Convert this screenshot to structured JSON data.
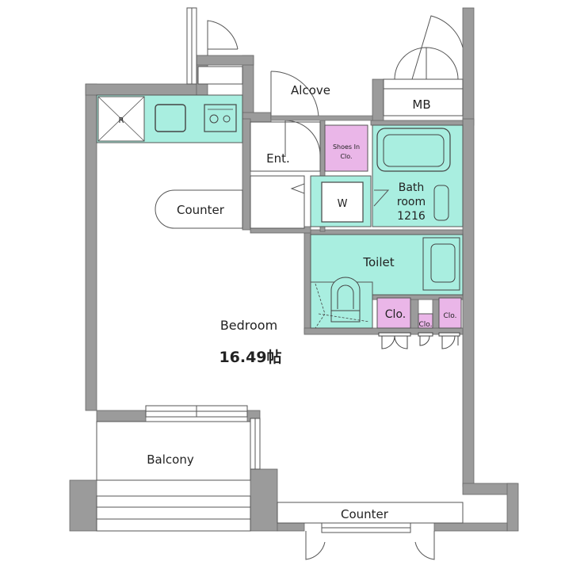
{
  "colors": {
    "wall": "#9b9b9b",
    "wet_area": "#a9eee0",
    "closet": "#eab6e8",
    "outline": "#555555",
    "floor": "#ffffff"
  },
  "rooms": {
    "alcove": "Alcove",
    "mb": "MB",
    "entrance": "Ent.",
    "shoes_closet_line1": "Shoes In",
    "shoes_closet_line2": "Clo.",
    "counter_left": "Counter",
    "washer": "W",
    "bathroom_line1": "Bath",
    "bathroom_line2": "room",
    "bathroom_line3": "1216",
    "toilet": "Toilet",
    "closet_large": "Clo.",
    "closet_small_a": "Clo.",
    "closet_small_b": "Clo.",
    "bedroom": "Bedroom",
    "bedroom_area": "16.49帖",
    "balcony": "Balcony",
    "counter_bottom": "Counter"
  },
  "fixtures": {
    "refrigerator_mark": "R"
  }
}
